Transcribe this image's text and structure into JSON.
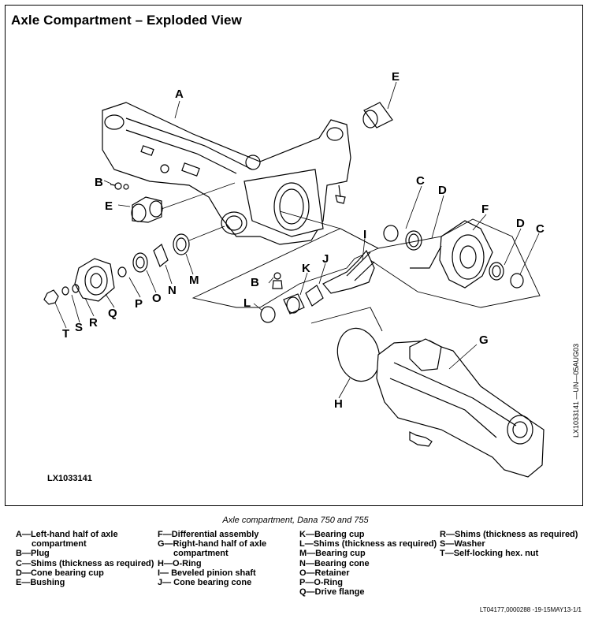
{
  "title": "Axle Compartment – Exploded View",
  "figure_id": "LX1033141",
  "side_code": "LX1033141 —UN—05AUG03",
  "caption": "Axle compartment, Dana 750 and 755",
  "callouts": {
    "A": "A",
    "B": "B",
    "C": "C",
    "D": "D",
    "E": "E",
    "F": "F",
    "G": "G",
    "H": "H",
    "I": "I",
    "J": "J",
    "K": "K",
    "L": "L",
    "M": "M",
    "N": "N",
    "O": "O",
    "P": "P",
    "Q": "Q",
    "R": "R",
    "S": "S",
    "T": "T"
  },
  "legend": {
    "col1": [
      "A—Left-hand half of axle",
      "compartment",
      "B—Plug",
      "C—Shims (thickness as required)",
      "D—Cone bearing cup",
      "E—Bushing"
    ],
    "col2": [
      "F—Differential assembly",
      "G—Right-hand half of axle",
      "compartment",
      "H—O-Ring",
      "I— Beveled pinion shaft",
      "J— Cone bearing cone"
    ],
    "col3": [
      "K—Bearing cup",
      "L—Shims (thickness as required)",
      "M—Bearing cup",
      "N—Bearing cone",
      "O—Retainer",
      "P—O-Ring",
      "Q—Drive flange"
    ],
    "col4": [
      "R—Shims (thickness as required)",
      "S—Washer",
      "T—Self-locking hex. nut"
    ]
  },
  "footer": "LT04177,0000288 -19-15MAY13-1/1"
}
